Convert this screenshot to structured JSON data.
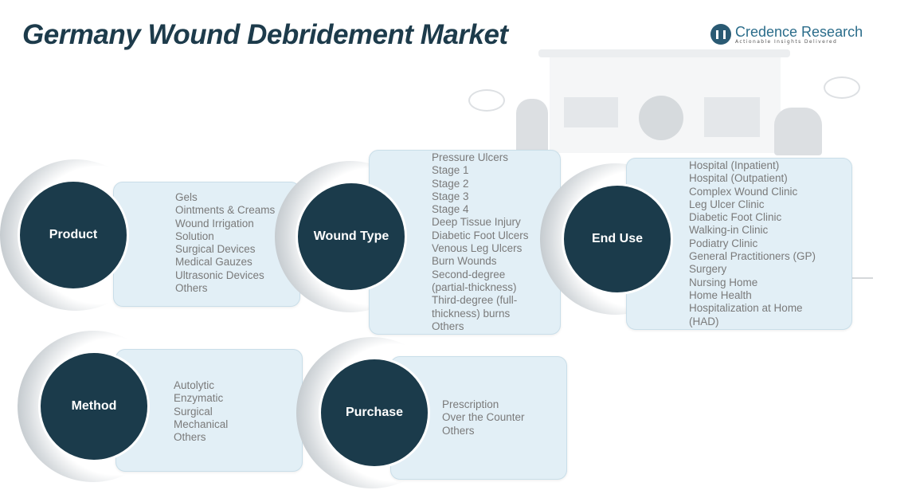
{
  "title": "Germany Wound Debridement Market",
  "logo": {
    "name": "Credence Research",
    "tagline": "Actionable Insights Delivered"
  },
  "segments": {
    "product": {
      "label": "Product",
      "items": [
        "Gels",
        "Ointments & Creams",
        "Wound Irrigation",
        "Solution",
        "Surgical Devices",
        "Medical Gauzes",
        "Ultrasonic Devices",
        "Others"
      ]
    },
    "wound_type": {
      "label": "Wound Type",
      "items": [
        "Pressure Ulcers",
        "Stage 1",
        "Stage 2",
        "Stage 3",
        "Stage 4",
        "Deep Tissue Injury",
        "Diabetic Foot Ulcers",
        "Venous Leg Ulcers",
        "Burn Wounds",
        "Second-degree",
        "(partial-thickness)",
        "Third-degree (full-",
        "thickness) burns",
        "Others"
      ]
    },
    "end_use": {
      "label": "End Use",
      "items": [
        "Hospital (Inpatient)",
        "Hospital (Outpatient)",
        "Complex Wound Clinic",
        "Leg Ulcer Clinic",
        "Diabetic Foot Clinic",
        "Walking-in Clinic",
        "Podiatry Clinic",
        "General Practitioners (GP)",
        "Surgery",
        "Nursing Home",
        "Home Health",
        "Hospitalization at Home",
        "(HAD)"
      ]
    },
    "method": {
      "label": "Method",
      "items": [
        "Autolytic",
        "Enzymatic",
        "Surgical",
        "Mechanical",
        "Others"
      ]
    },
    "purchase": {
      "label": "Purchase",
      "items": [
        "Prescription",
        "Over the Counter",
        "Others"
      ]
    }
  }
}
